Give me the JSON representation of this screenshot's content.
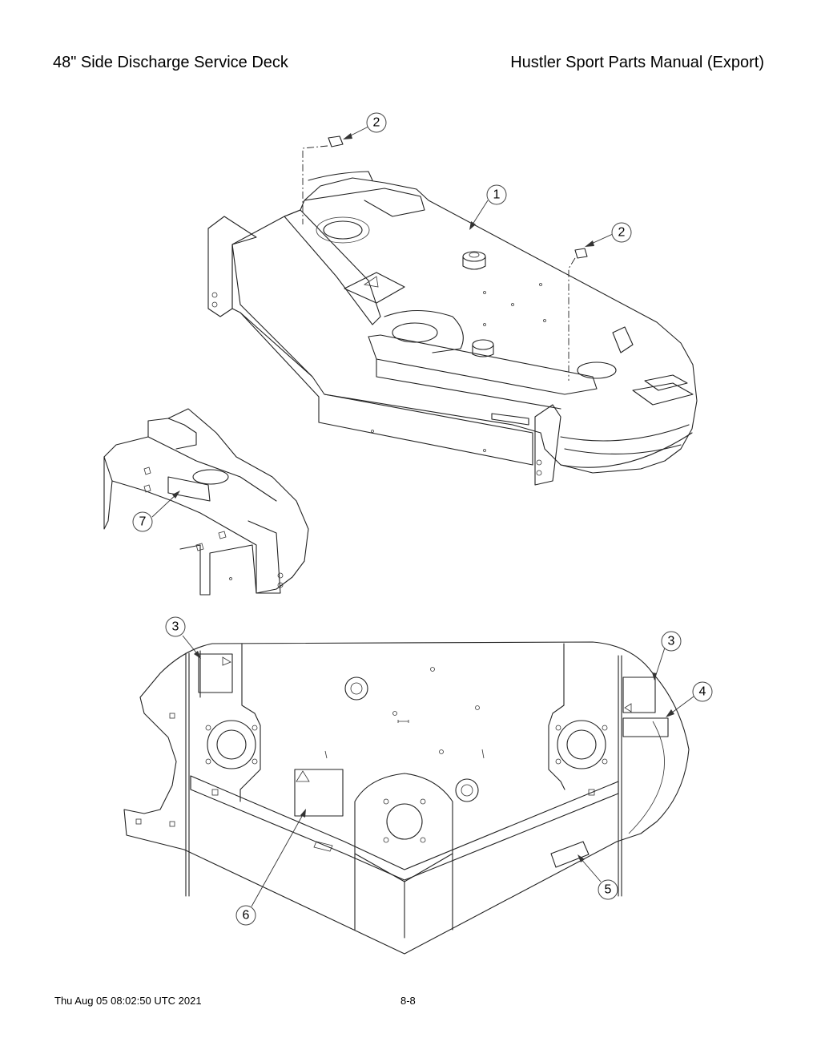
{
  "header": {
    "left_title": "48\" Side Discharge Service Deck",
    "right_title": "Hustler Sport Parts Manual (Export)"
  },
  "footer": {
    "timestamp": "Thu Aug 05 08:02:50 UTC 2021",
    "page_number": "8-8"
  },
  "callouts": [
    {
      "id": "callout-2-top",
      "label": "2"
    },
    {
      "id": "callout-1",
      "label": "1"
    },
    {
      "id": "callout-2-right",
      "label": "2"
    },
    {
      "id": "callout-7",
      "label": "7"
    },
    {
      "id": "callout-3-left",
      "label": "3"
    },
    {
      "id": "callout-3-right",
      "label": "3"
    },
    {
      "id": "callout-4",
      "label": "4"
    },
    {
      "id": "callout-5",
      "label": "5"
    },
    {
      "id": "callout-6",
      "label": "6"
    }
  ]
}
